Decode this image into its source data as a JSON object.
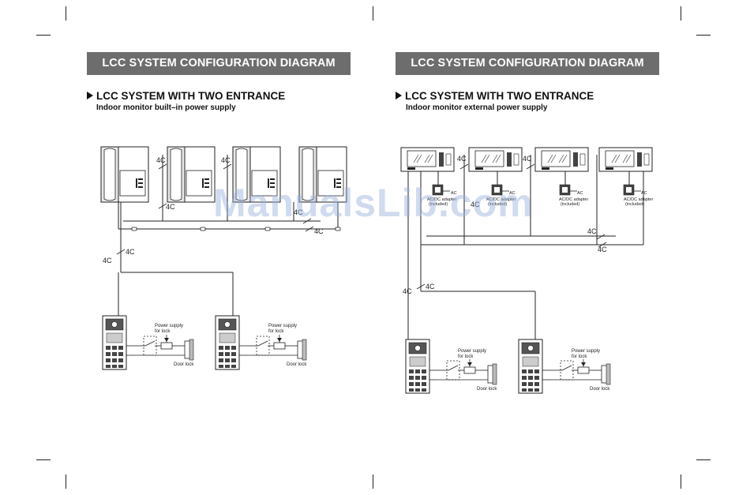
{
  "left": {
    "banner": "LCC  SYSTEM CONFIGURATION DIAGRAM",
    "heading": "LCC  SYSTEM WITH TWO ENTRANCE",
    "subheading": "Indoor monitor built–in power supply",
    "labels": {
      "cable": "4C",
      "power": "Power supply",
      "power2": "for lock",
      "door": "Door lock"
    }
  },
  "right": {
    "banner": "LCC  SYSTEM CONFIGURATION DIAGRAM",
    "heading": "LCC  SYSTEM WITH TWO ENTRANCE",
    "subheading": "Indoor monitor external power supply",
    "labels": {
      "cable": "4C",
      "power": "Power supply",
      "power2": "for lock",
      "door": "Door lock",
      "ac": "AC",
      "adapter": "AC/DC adapter",
      "adapter2": "(included)"
    }
  },
  "watermark": "ManualsLib.com"
}
